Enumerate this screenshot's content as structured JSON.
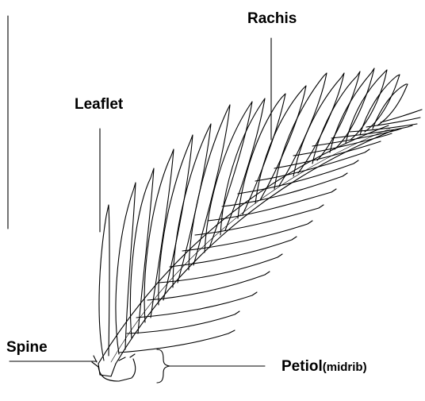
{
  "labels": {
    "rachis": "Rachis",
    "leaflet": "Leaflet",
    "spine": "Spine",
    "petiol": "Petiol",
    "midrib": "midrib",
    "paren_open": "(",
    "paren_close": ")"
  },
  "colors": {
    "line": "#000000",
    "background": "#ffffff"
  }
}
